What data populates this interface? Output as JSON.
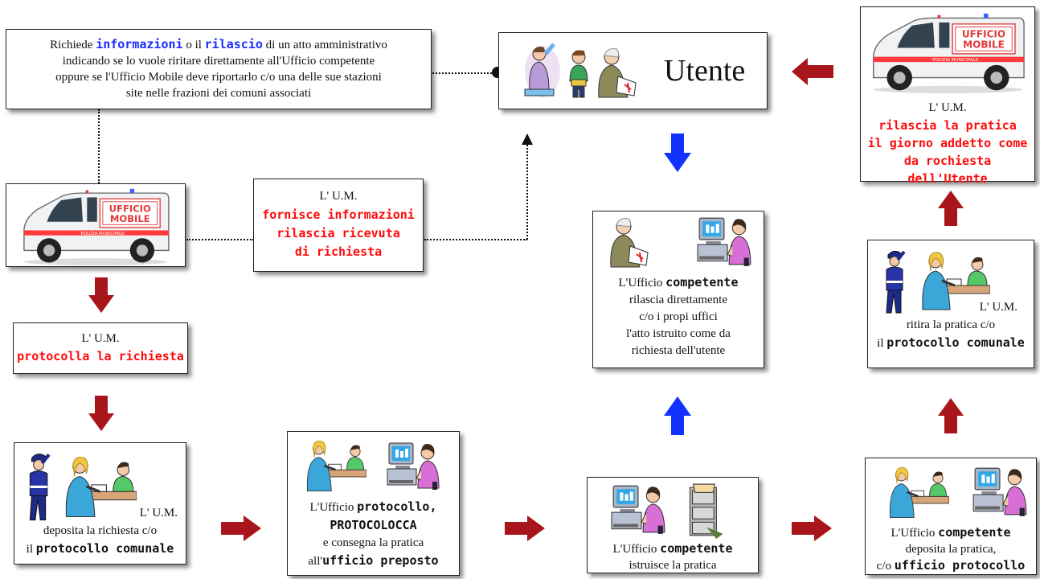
{
  "colors": {
    "arrow_red": "#a8151a",
    "arrow_blue": "#1232ff",
    "text_red": "#ff0a0a",
    "text_blue": "#1b2cff",
    "van_body": "#f1f2f4",
    "van_stripe": "#ff3b3b"
  },
  "request_box": {
    "pre1": "Richiede ",
    "kw1": "informazioni",
    "mid": " o il ",
    "kw2": "rilascio",
    "post": " di un atto amministrativo",
    "line2": "indicando se lo vuole riritare direttamente all'Ufficio competente",
    "line3": "oppure se l'Ufficio Mobile deve riportarlo c/o una delle sue stazioni",
    "line4": "site nelle frazioni dei comuni associati"
  },
  "user_box": {
    "label": "Utente",
    "icons": [
      "woman-icon",
      "child-icon",
      "elderly-man-icon"
    ]
  },
  "van": {
    "sign_line1": "UFFICIO",
    "sign_line2": "MOBILE",
    "stripe": "POLIZIA MUNICIPALE"
  },
  "info_box": {
    "line1": "L' U.M.",
    "line2": "fornisce informazioni",
    "line3": "rilascia ricevuta",
    "line4": "di richiesta"
  },
  "protocol_box": {
    "line1": "L' U.M.",
    "line2": "protocolla la richiesta"
  },
  "deposit_box": {
    "line1": "L' U.M.",
    "line2": "deposita la richiesta c/o",
    "line3_pre": "il ",
    "line3_bold": "protocollo comunale"
  },
  "stamp_box": {
    "pre": "L'Ufficio ",
    "bold1": "protocollo,",
    "bold2": "PROTOCOLOCCA",
    "line3": "e consegna la pratica",
    "line4_pre": "all'",
    "line4_bold": "ufficio preposto"
  },
  "instruct_box": {
    "pre": "L'Ufficio ",
    "bold": "competente",
    "line2": "istruisce la pratica"
  },
  "release_office_box": {
    "pre": "L'Ufficio ",
    "bold": "competente",
    "line2": "rilascia direttamente",
    "line3": "c/o i propi uffici",
    "line4": "l'atto istruito come da",
    "line5": "richiesta dell'utente"
  },
  "deposit_file_box": {
    "pre": "L'Ufficio ",
    "bold": "competente",
    "line2": "deposita la pratica,",
    "line3_pre": "c/o ",
    "line3_bold": "ufficio protocollo"
  },
  "collect_box": {
    "line1": "L' U.M.",
    "line2": "ritira la pratica c/o",
    "line3_pre": "il ",
    "line3_bold": "protocollo comunale"
  },
  "deliver_box": {
    "line1": "L' U.M.",
    "line2": "rilascia la pratica",
    "line3": "il giorno addetto come",
    "line4": "da rochiesta dell'Utente"
  }
}
